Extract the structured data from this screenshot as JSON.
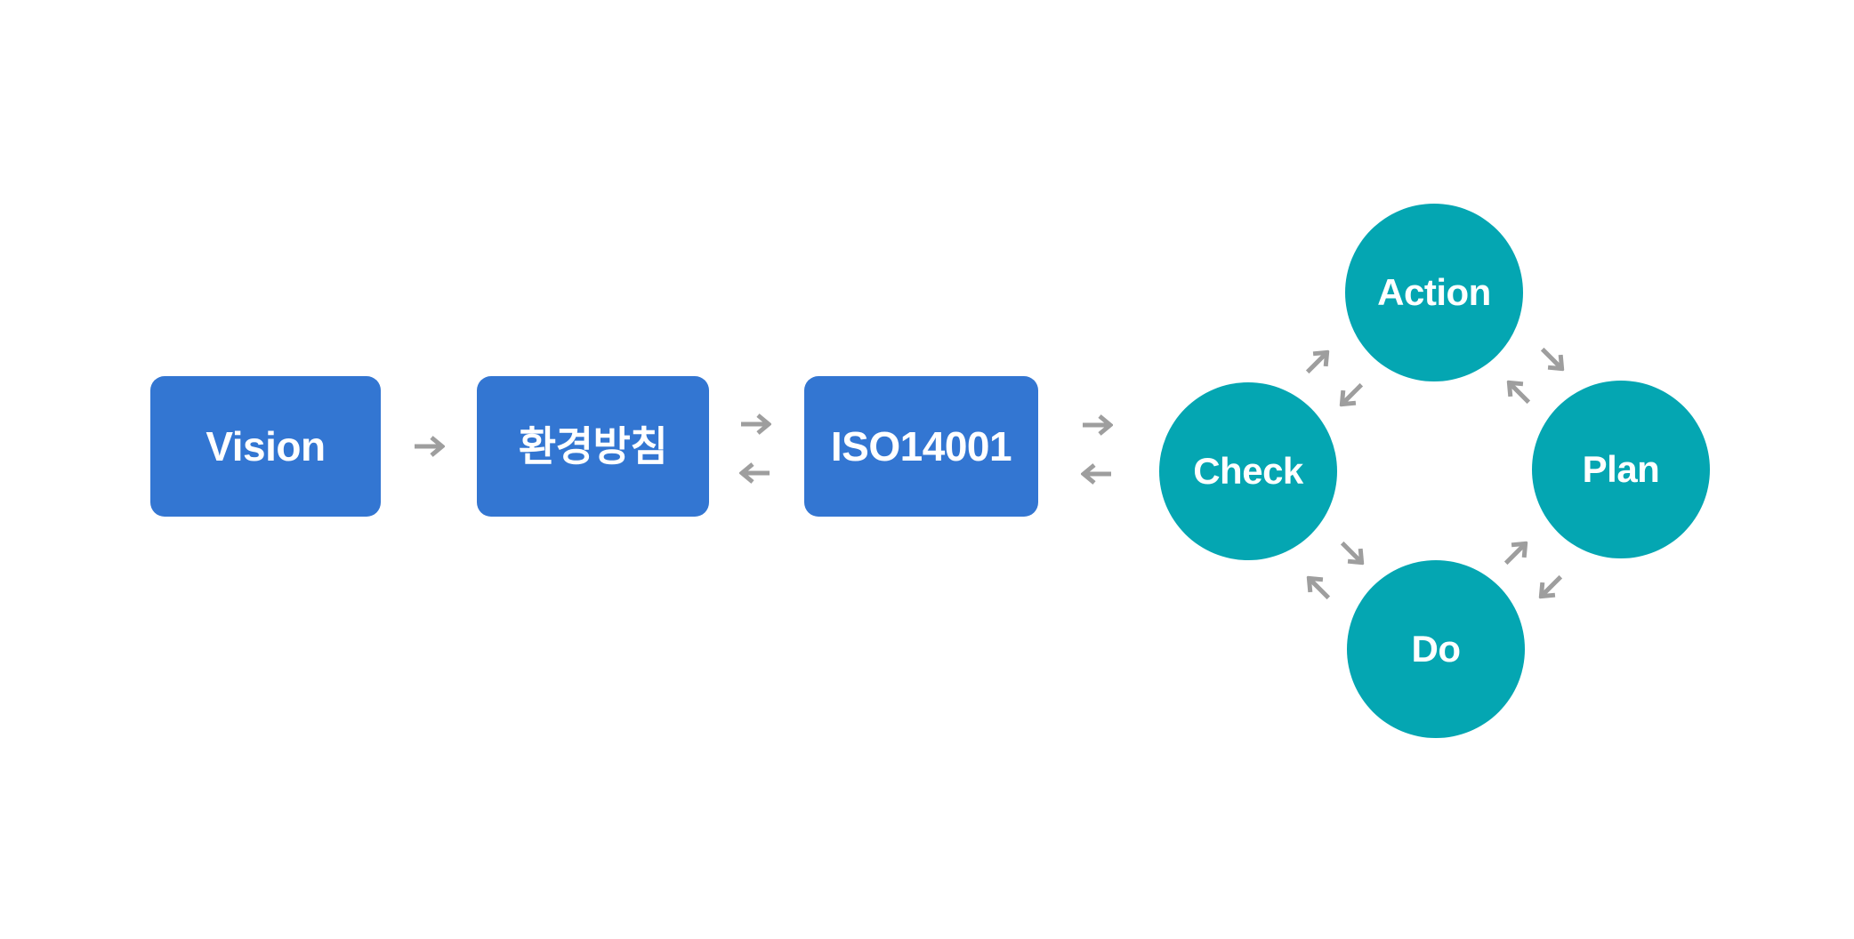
{
  "colors": {
    "box_fill": "#3376D2",
    "circle_fill": "#04A6B2",
    "arrow": "#9E9E9E",
    "label_text": "#FFFFFF",
    "background": "#FFFFFF"
  },
  "flow": {
    "boxes": [
      {
        "id": "vision",
        "label": "Vision"
      },
      {
        "id": "environmental-policy",
        "label": "환경방침"
      },
      {
        "id": "iso14001",
        "label": "ISO14001"
      }
    ],
    "connectors": [
      {
        "from": "Vision",
        "to": "환경방침",
        "direction": "one-way-right"
      },
      {
        "from": "환경방침",
        "to": "ISO14001",
        "direction": "two-way"
      },
      {
        "from": "ISO14001",
        "to": "PDCA cycle",
        "direction": "two-way"
      }
    ]
  },
  "pdca": {
    "circles": [
      {
        "id": "action",
        "label": "Action",
        "position": "top"
      },
      {
        "id": "check",
        "label": "Check",
        "position": "left"
      },
      {
        "id": "plan",
        "label": "Plan",
        "position": "right"
      },
      {
        "id": "do",
        "label": "Do",
        "position": "bottom"
      }
    ],
    "links": [
      {
        "between": [
          "Check",
          "Action"
        ],
        "direction": "two-way"
      },
      {
        "between": [
          "Action",
          "Plan"
        ],
        "direction": "two-way"
      },
      {
        "between": [
          "Check",
          "Do"
        ],
        "direction": "two-way"
      },
      {
        "between": [
          "Do",
          "Plan"
        ],
        "direction": "two-way"
      }
    ]
  },
  "icons": {
    "arrow_right": "→",
    "arrow_left": "←",
    "arrow_up_right": "↗",
    "arrow_down_left": "↙",
    "arrow_down_right": "↘",
    "arrow_up_left": "↖"
  }
}
